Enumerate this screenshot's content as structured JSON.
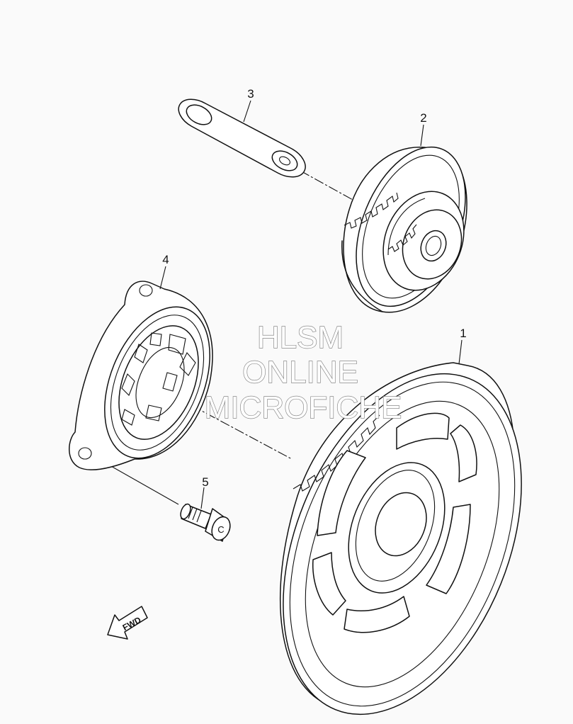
{
  "diagram": {
    "parts": [
      {
        "ref": "1",
        "name": "starter-wheel-gear"
      },
      {
        "ref": "2",
        "name": "idle-gear"
      },
      {
        "ref": "3",
        "name": "idle-gear-shaft"
      },
      {
        "ref": "4",
        "name": "starter-clutch"
      },
      {
        "ref": "5",
        "name": "bolt"
      }
    ],
    "bolt_mark": "C",
    "direction_label": "FWD"
  },
  "watermark": {
    "line1": "HLSM",
    "line2": "ONLINE",
    "line3": "MICROFICHE"
  },
  "colors": {
    "background": "#fafafa",
    "line": "#111111",
    "watermark_outline": "#8a8a8a"
  }
}
